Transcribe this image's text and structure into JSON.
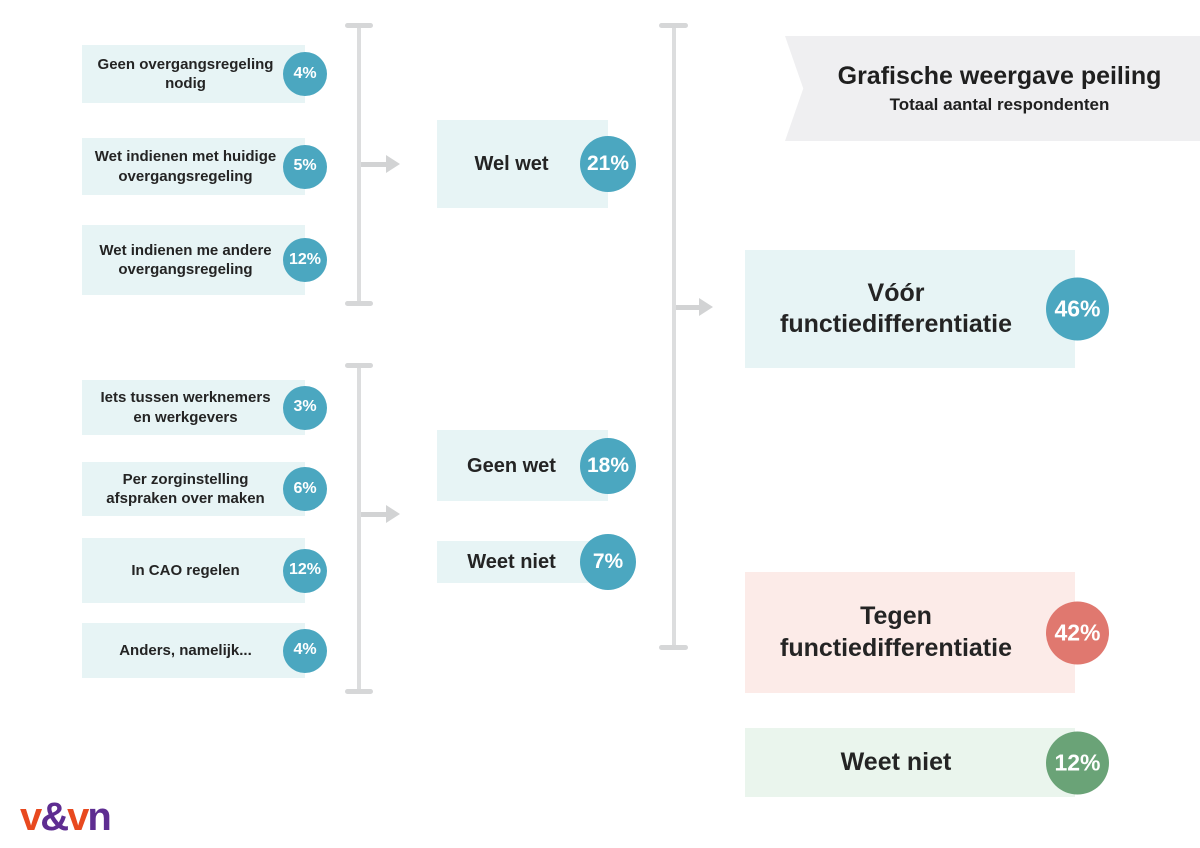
{
  "banner": {
    "title": "Grafische weergave peiling",
    "subtitle": "Totaal aantal respondenten"
  },
  "left_top_group": {
    "items": [
      {
        "label": "Geen overgangsregeling nodig",
        "pct": "4%"
      },
      {
        "label": "Wet indienen met huidige overgangsregeling",
        "pct": "5%"
      },
      {
        "label": "Wet indienen me andere overgangsregeling",
        "pct": "12%"
      }
    ]
  },
  "left_bottom_group": {
    "items": [
      {
        "label": "Iets tussen werknemers en werkgevers",
        "pct": "3%"
      },
      {
        "label": "Per zorginstelling afspraken over maken",
        "pct": "6%"
      },
      {
        "label": "In CAO regelen",
        "pct": "12%"
      },
      {
        "label": "Anders, namelijk...",
        "pct": "4%"
      }
    ]
  },
  "middle_group": {
    "items": [
      {
        "label": "Wel wet",
        "pct": "21%"
      },
      {
        "label": "Geen wet",
        "pct": "18%"
      },
      {
        "label": "Weet niet",
        "pct": "7%"
      }
    ]
  },
  "results_group": {
    "items": [
      {
        "label": "Vóór functiedifferentiatie",
        "pct": "46%",
        "bg": "#e7f4f5",
        "badge_color": "#4ba7c0"
      },
      {
        "label": "Tegen functiedifferentiatie",
        "pct": "42%",
        "bg": "#fcebe8",
        "badge_color": "#e0786f"
      },
      {
        "label": "Weet niet",
        "pct": "12%",
        "bg": "#eaf5ed",
        "badge_color": "#6aa377"
      }
    ]
  },
  "logo": {
    "letters": [
      {
        "char": "v",
        "color": "#e8491f"
      },
      {
        "char": "&",
        "color": "#5e2d91"
      },
      {
        "char": "v",
        "color": "#e8491f"
      },
      {
        "char": "n",
        "color": "#5e2d91"
      }
    ]
  },
  "colors": {
    "option_bg": "#e7f4f5",
    "badge_teal": "#4ba7c0",
    "banner_bg": "#efeff1",
    "line_gray": "#dcddde",
    "text": "#242424"
  }
}
